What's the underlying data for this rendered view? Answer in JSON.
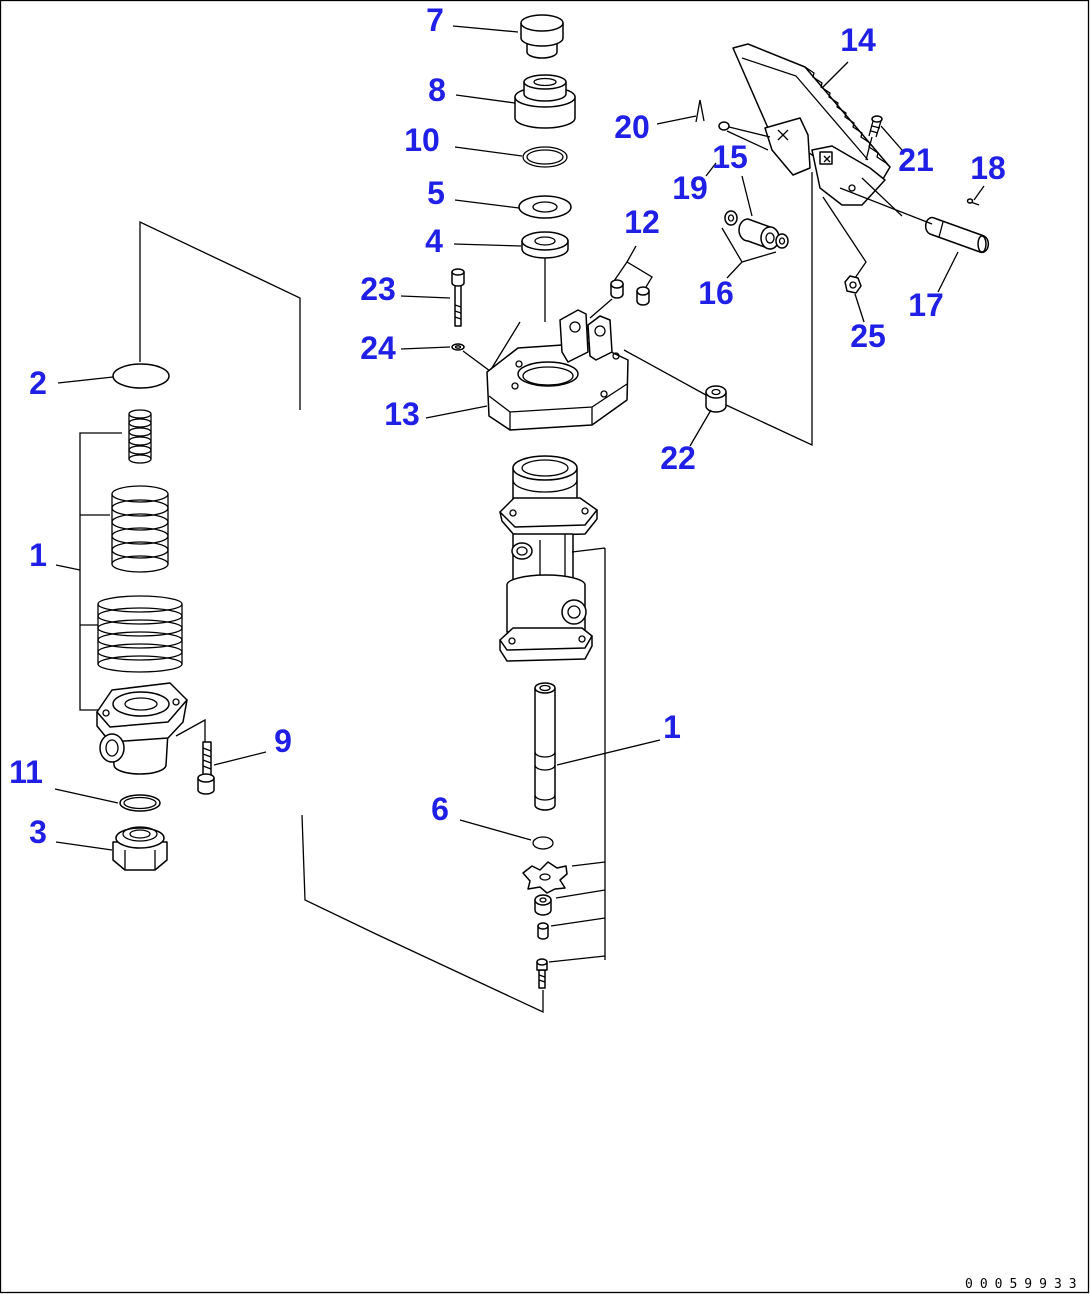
{
  "diagram": {
    "callouts": [
      "7",
      "8",
      "10",
      "5",
      "4",
      "23",
      "24",
      "13",
      "2",
      "1",
      "11",
      "3",
      "9",
      "6",
      "1",
      "20",
      "14",
      "15",
      "19",
      "21",
      "18",
      "12",
      "16",
      "17",
      "25",
      "22"
    ],
    "drawing_number": "00059933",
    "colors": {
      "callout": "#1f1fe6",
      "linework": "#000000",
      "background": "#ffffff"
    }
  }
}
